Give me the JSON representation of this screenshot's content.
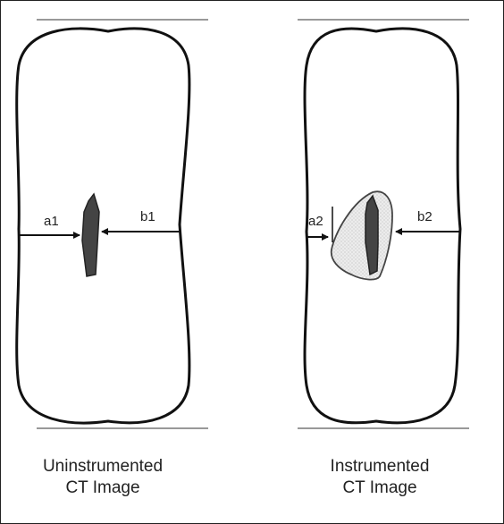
{
  "left_panel": {
    "label_a": "a1",
    "label_b": "b1",
    "caption_line1": "Uninstrumented",
    "caption_line2": "CT Image"
  },
  "right_panel": {
    "label_a": "a2",
    "label_b": "b2",
    "caption_line1": "Instrumented",
    "caption_line2": "CT Image"
  },
  "colors": {
    "outline": "#111111",
    "root_canal": "#444444",
    "instrumented_area": "#e4e4e4"
  }
}
